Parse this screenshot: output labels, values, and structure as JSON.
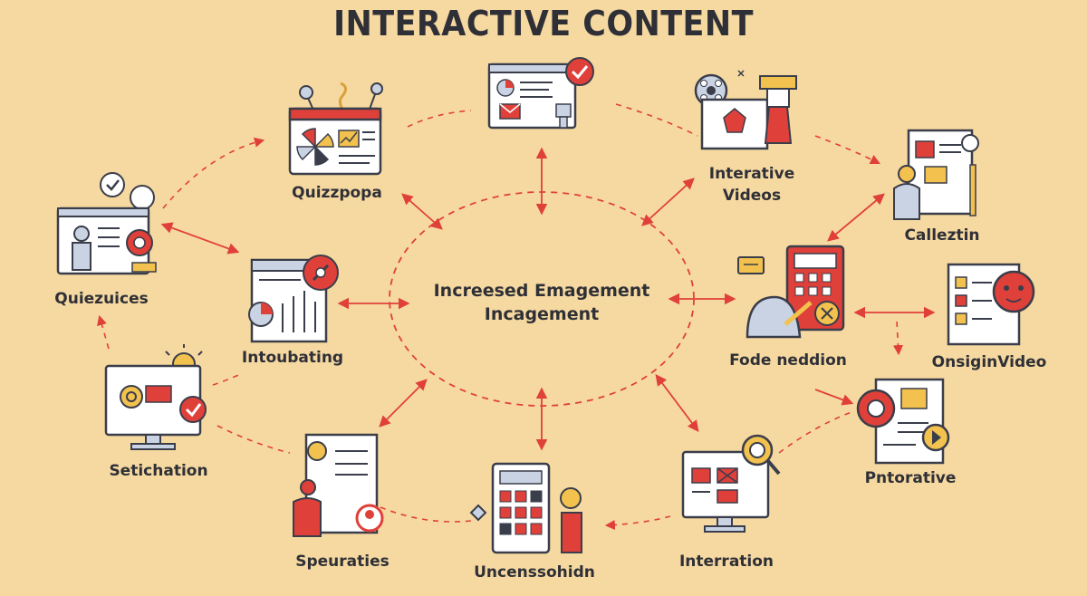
{
  "title": "INTERACTIVE CONTENT",
  "center": {
    "line1": "Increesed Emagement",
    "line2": "Incagement"
  },
  "nodes": [
    {
      "id": "quizzpopa",
      "label": "Quizzpopa",
      "icon": "quiz-browser-icon"
    },
    {
      "id": "verification-dashboard",
      "label": "",
      "icon": "dashboard-checklist-icon"
    },
    {
      "id": "interactive-videos",
      "label_line1": "Interative",
      "label_line2": "Videos",
      "icon": "video-film-icon"
    },
    {
      "id": "callezt",
      "label": "Calleztin",
      "icon": "person-document-icon"
    },
    {
      "id": "quizzes",
      "label": "Quiezuices",
      "icon": "quiz-checklist-icon"
    },
    {
      "id": "intoubating",
      "label": "Intoubating",
      "icon": "chart-browser-icon"
    },
    {
      "id": "fode",
      "label": "Fode neddion",
      "icon": "calculator-icon"
    },
    {
      "id": "onsign",
      "label": "OnsiginVideo",
      "icon": "checklist-mascot-icon"
    },
    {
      "id": "setichation",
      "label": "Setichation",
      "icon": "monitor-idea-icon"
    },
    {
      "id": "speuraties",
      "label": "Speuraties",
      "icon": "presenter-document-icon"
    },
    {
      "id": "uncens",
      "label": "Uncenssohidn",
      "icon": "calculator-award-icon"
    },
    {
      "id": "interration",
      "label": "Interration",
      "icon": "monitor-search-icon"
    },
    {
      "id": "pntorative",
      "label": "Pntorative",
      "icon": "document-play-icon"
    }
  ],
  "colors": {
    "background": "#f6d9a0",
    "accent": "#e0403a",
    "outline": "#3a3d4a",
    "panel": "#c9d3e3",
    "dashed": "#e0403a"
  }
}
